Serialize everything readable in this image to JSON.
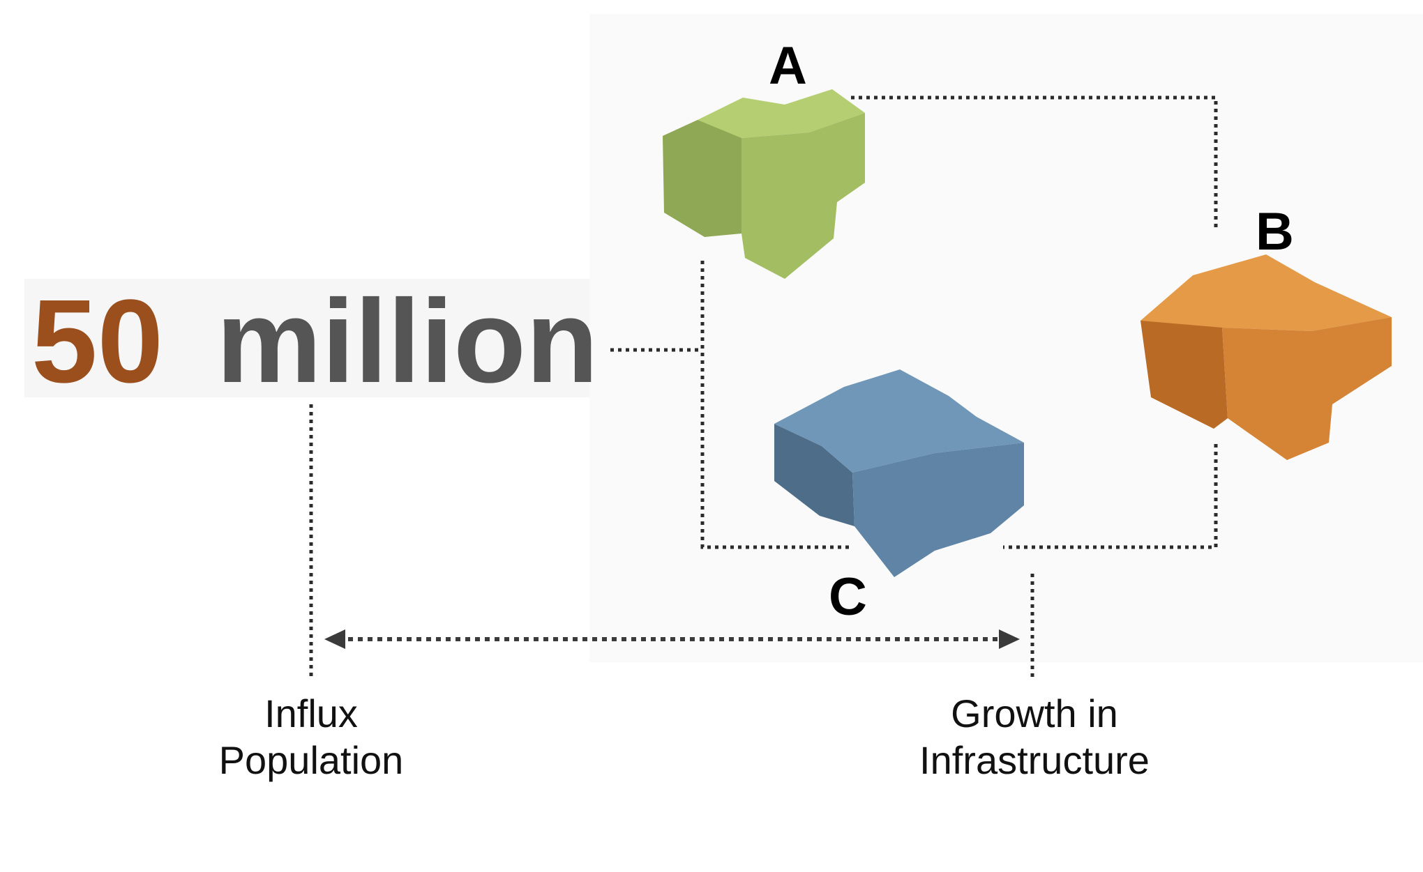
{
  "headline": {
    "number": "50",
    "word": "million",
    "number_color": "#9a4f1d",
    "word_color": "#555555"
  },
  "nodes": {
    "a": {
      "label": "A",
      "color_top": "#b6ce72",
      "color_left": "#8fa856",
      "color_right": "#a3bd62"
    },
    "b": {
      "label": "B",
      "color_top": "#e59a48",
      "color_left": "#b96a25",
      "color_right": "#d58334"
    },
    "c": {
      "label": "C",
      "color_top": "#7097b8",
      "color_left": "#4d6d89",
      "color_right": "#5f84a5"
    }
  },
  "captions": {
    "left_line1": "Influx",
    "left_line2": "Population",
    "right_line1": "Growth in",
    "right_line2": "Infrastructure"
  }
}
